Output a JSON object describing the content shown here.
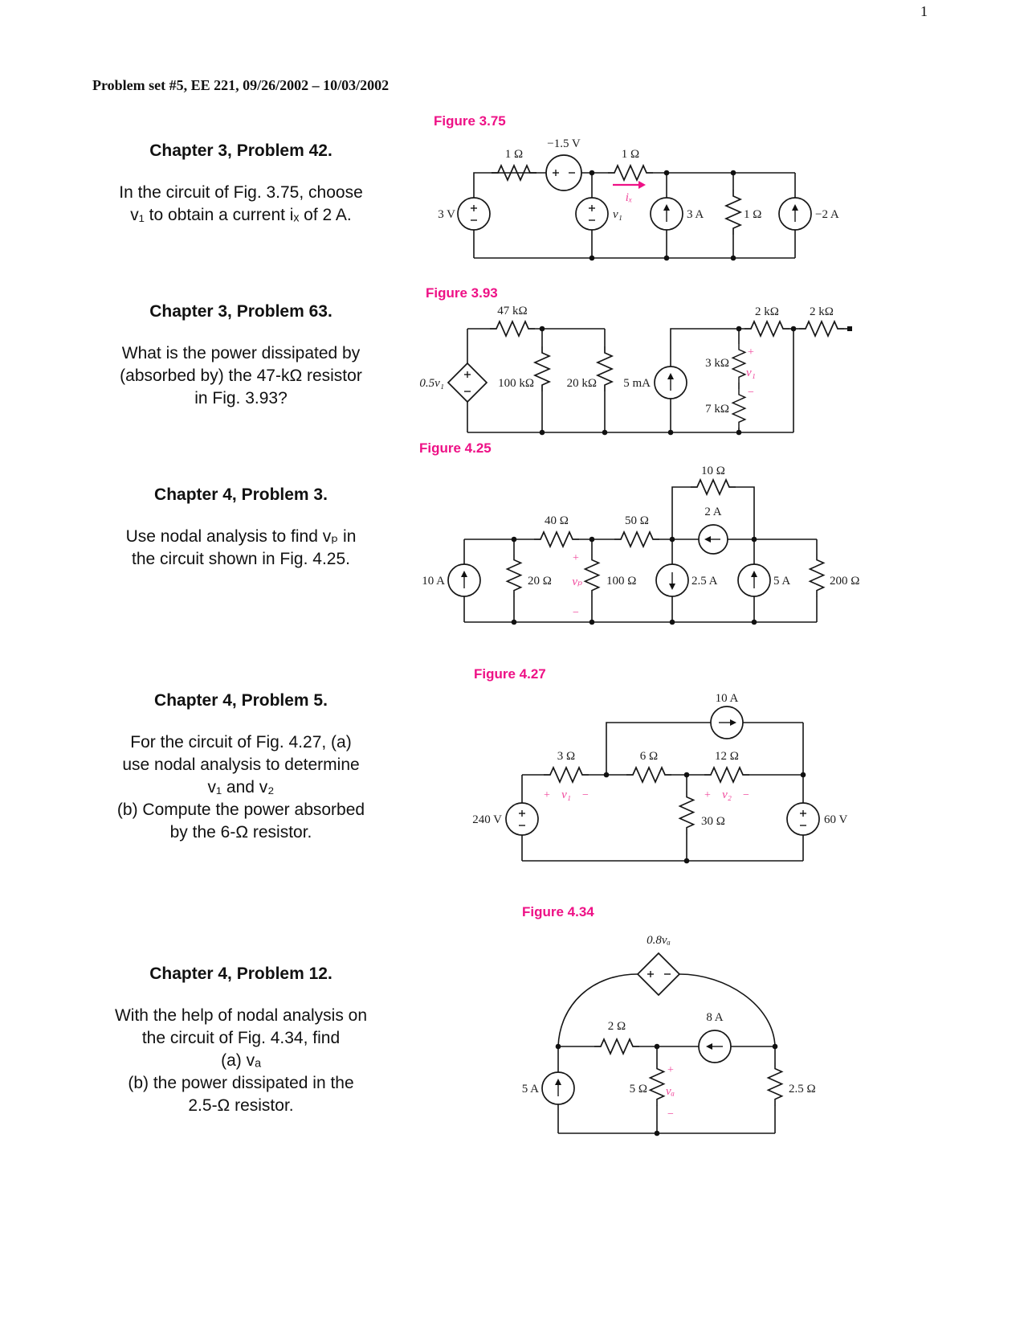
{
  "page": {
    "number": "1"
  },
  "header": {
    "title": "Problem set #5, EE 221, 09/26/2002 – 10/03/2002"
  },
  "colors": {
    "accent": "#ee1186",
    "annotation": "#f0449a"
  },
  "signs": {
    "plus": "+",
    "minus": "−"
  },
  "problems": [
    {
      "title": "Chapter 3, Problem 42.",
      "lines": [
        "In the circuit of Fig. 3.75, choose",
        "v₁ to obtain a current iₓ of 2 A."
      ]
    },
    {
      "title": "Chapter 3, Problem 63.",
      "lines": [
        "What is the power dissipated by",
        "(absorbed by) the 47-kΩ resistor",
        "in Fig. 3.93?"
      ]
    },
    {
      "title": "Chapter 4, Problem 3.",
      "lines": [
        "Use nodal analysis to find vₚ in",
        "the circuit shown in Fig. 4.25."
      ]
    },
    {
      "title": "Chapter 4, Problem 5.",
      "lines": [
        "For the circuit of Fig. 4.27, (a)",
        "use nodal analysis to determine",
        "v₁ and v₂",
        "(b) Compute the power absorbed",
        "by the 6-Ω resistor."
      ]
    },
    {
      "title": "Chapter 4, Problem 12.",
      "lines": [
        "With the help of nodal analysis on",
        "the circuit of Fig. 4.34, find",
        "(a) vₐ",
        "(b) the power dissipated in the",
        "2.5-Ω resistor."
      ]
    }
  ],
  "figures": {
    "f375": {
      "title": "Figure 3.75",
      "labels": {
        "vs": "3 V",
        "r1": "1 Ω",
        "vneg": "−1.5 V",
        "v1": "v₁",
        "r2": "1 Ω",
        "ix": "iₓ",
        "i3a": "3 A",
        "r3": "1 Ω",
        "ineg": "−2 A"
      }
    },
    "f393": {
      "title": "Figure 3.93",
      "labels": {
        "dep": "0.5v₁",
        "r47": "47 kΩ",
        "r100": "100 kΩ",
        "r20": "20 kΩ",
        "i5": "5 mA",
        "r3k": "3 kΩ",
        "v1": "v₁",
        "r7k": "7 kΩ",
        "r2k_1": "2 kΩ",
        "r2k_2": "2 kΩ"
      }
    },
    "f425": {
      "title": "Figure 4.25",
      "labels": {
        "i10": "10 A",
        "r20": "20 Ω",
        "r40": "40 Ω",
        "vp": "vₚ",
        "r100": "100 Ω",
        "r50": "50 Ω",
        "r10": "10 Ω",
        "i2": "2 A",
        "i25": "2.5 A",
        "i5": "5 A",
        "r200": "200 Ω"
      }
    },
    "f427": {
      "title": "Figure 4.27",
      "labels": {
        "v240": "240 V",
        "r3": "3 Ω",
        "v1": "v₁",
        "r6": "6 Ω",
        "r30": "30 Ω",
        "r12": "12 Ω",
        "v2": "v₂",
        "i10": "10 A",
        "v60": "60 V"
      }
    },
    "f434": {
      "title": "Figure 4.34",
      "labels": {
        "dep": "0.8vₐ",
        "r2": "2 Ω",
        "i8": "8 A",
        "i5": "5 A",
        "r5": "5 Ω",
        "va": "vₐ",
        "r25": "2.5 Ω"
      }
    }
  }
}
